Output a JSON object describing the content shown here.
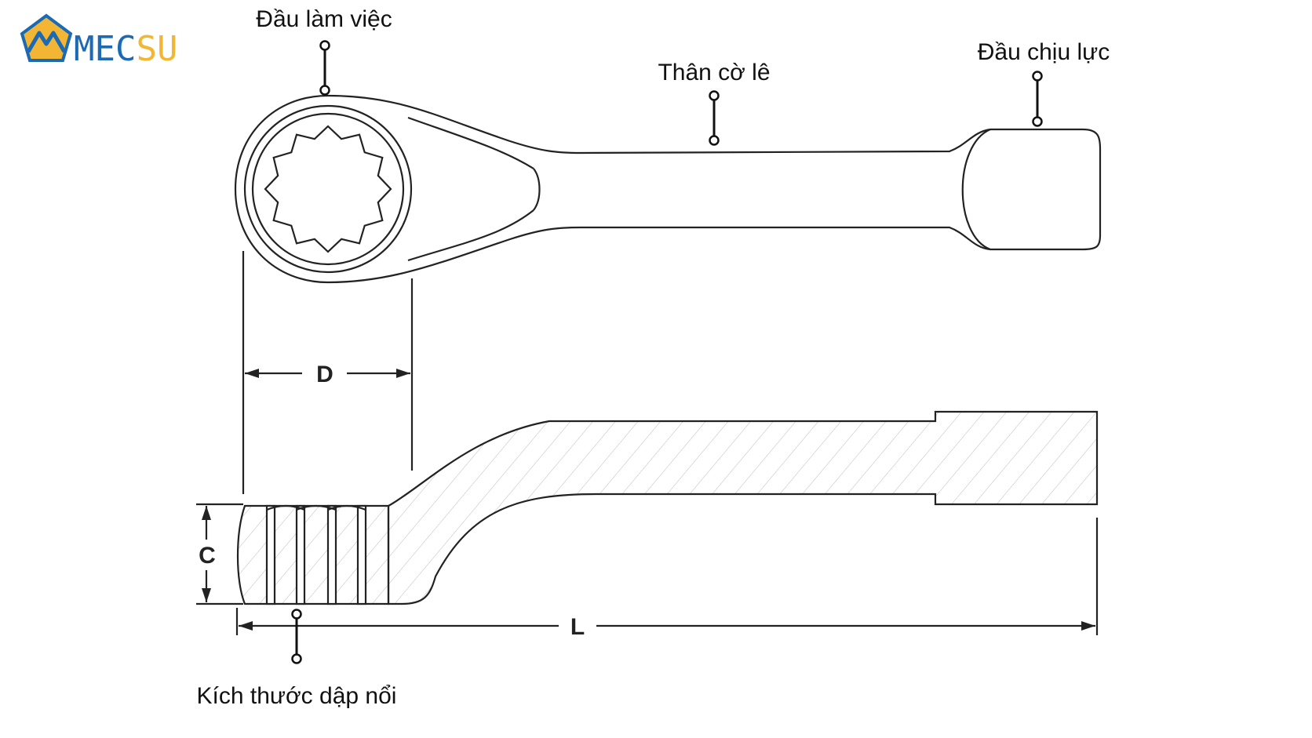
{
  "logo": {
    "part1": "MEC",
    "part2": "SU",
    "colors": {
      "blue": "#1b6ab3",
      "gold": "#f2b534"
    }
  },
  "labels": {
    "working_head": "Đầu làm việc",
    "shank": "Thân cờ lê",
    "striking_face": "Đầu chịu lực",
    "embossed_size": "Kích thước dập nổi"
  },
  "dimensions": {
    "diameter": "D",
    "thickness": "C",
    "length": "L"
  }
}
